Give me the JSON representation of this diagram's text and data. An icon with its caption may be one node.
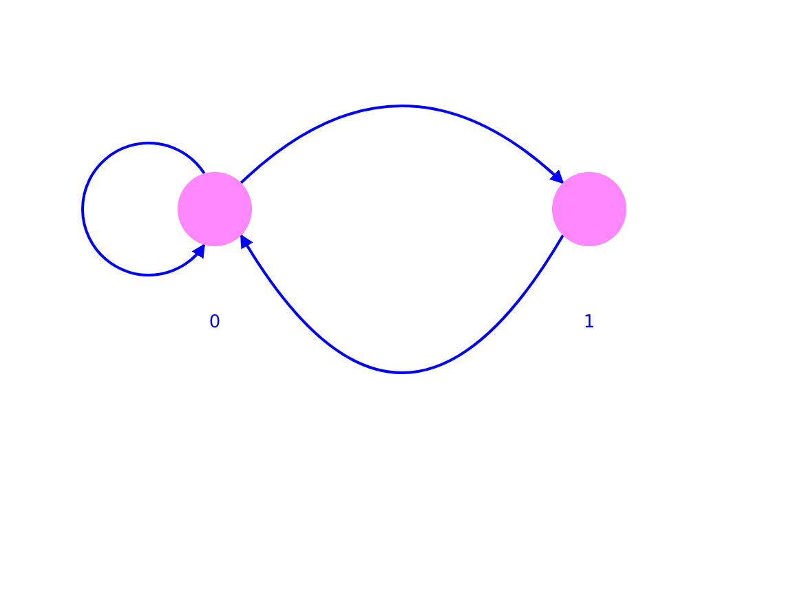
{
  "diagram": {
    "nodes": [
      {
        "text": [],
        "shape": "circle",
        "beside": [
          "0"
        ]
      },
      {
        "text": [],
        "shape": "circle",
        "beside": [
          "1"
        ]
      }
    ],
    "edges": [
      {
        "from": 0,
        "to": 0,
        "arrow": "to"
      },
      {
        "from": 0,
        "to": 1,
        "arrow": "to"
      },
      {
        "from": 1,
        "to": 0,
        "arrow": "to"
      }
    ]
  }
}
